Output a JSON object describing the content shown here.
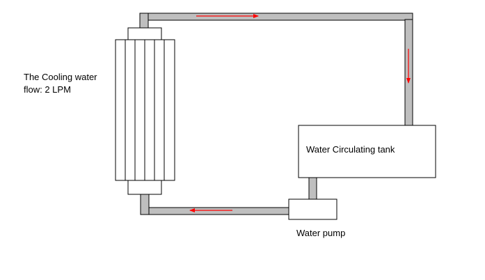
{
  "labels": {
    "flow_line1": "The Cooling water",
    "flow_line2": "flow: 2 LPM",
    "tank": "Water Circulating tank",
    "pump": "Water pump"
  },
  "colors": {
    "pipe_fill": "#bfbfbf",
    "outline": "#000000",
    "arrow": "#ff0000",
    "background": "#ffffff"
  },
  "flow_arrows": [
    {
      "location": "top-pipe",
      "direction": "right"
    },
    {
      "location": "right-pipe",
      "direction": "down"
    },
    {
      "location": "bottom-pipe",
      "direction": "left"
    }
  ]
}
